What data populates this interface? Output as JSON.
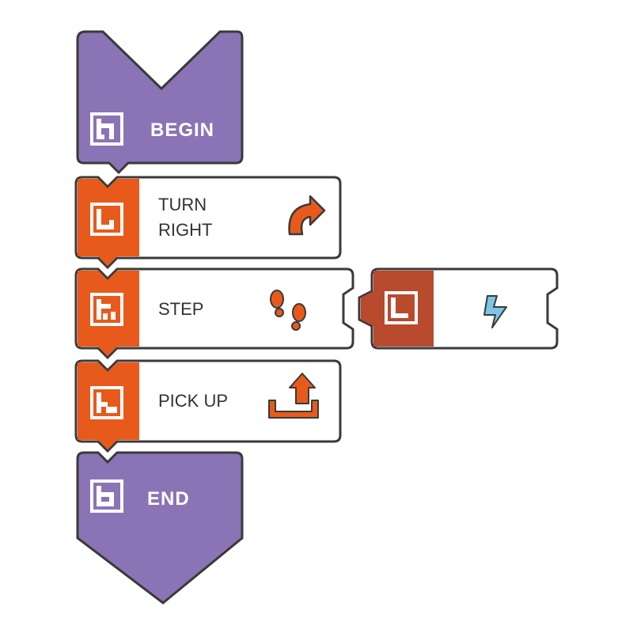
{
  "colors": {
    "begin_end": "#8a74b5",
    "action": "#e85a1b",
    "param": "#b84a2e",
    "outline": "#3a3a3a",
    "param_icon": "#7cc6e6",
    "block_bg": "#ffffff"
  },
  "blocks": {
    "begin": {
      "label": "BEGIN",
      "icon": "begin-chip-icon"
    },
    "turn_right": {
      "line1": "TURN",
      "line2": "RIGHT",
      "icon": "turn-right-arrow-icon"
    },
    "step": {
      "label": "STEP",
      "icon": "footprints-icon"
    },
    "parameter": {
      "icon": "lightning-icon",
      "chip": "param-chip-icon"
    },
    "pick_up": {
      "label": "PICK UP",
      "icon": "pick-up-tray-icon"
    },
    "end": {
      "label": "END",
      "icon": "end-chip-icon"
    }
  }
}
